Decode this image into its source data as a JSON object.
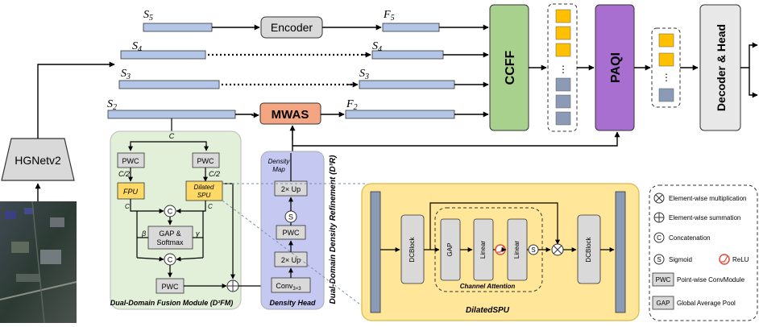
{
  "colors": {
    "feature_bar": "#b4c6e7",
    "encoder": "#d9d9d9",
    "mwas": "#f4a582",
    "ccff": "#a9d18e",
    "paqi": "#a86fd0",
    "fusion_panel": "#e2efd9",
    "density_head_panel": "#c5c9f2",
    "dilated_panel": "#ffe699",
    "yellow_token": "#ffc000",
    "gray_token": "#8c9bb5",
    "module_box": "#d9d9d9",
    "relu": "#e04a3a"
  },
  "backbone": {
    "label": "HGNetv2"
  },
  "features": {
    "s5": "S",
    "s5_sub": "5",
    "s4": "S",
    "s4_sub": "4",
    "s3": "S",
    "s3_sub": "3",
    "s2": "S",
    "s2_sub": "2",
    "f5": "F",
    "f5_sub": "5",
    "f4": "S",
    "f4_sub": "4",
    "f3": "S",
    "f3_sub": "3",
    "f2": "F",
    "f2_sub": "2"
  },
  "modules": {
    "encoder": "Encoder",
    "mwas": "MWAS",
    "ccff": "CCFF",
    "paqi": "PAQI",
    "decoder": "Decoder & Head",
    "token_ellipsis": "⋮"
  },
  "fusion": {
    "title": "Dual-Domain Fusion Module (D²FM)",
    "pwc_left": "PWC",
    "pwc_right": "PWC",
    "pwc_bottom": "PWC",
    "c_top": "C",
    "c_half_left": "C/2",
    "c_half_right": "C/2",
    "fpu": "FPU",
    "dilated_spu_line1": "Dilated",
    "dilated_spu_line2": "SPU",
    "c_left": "C",
    "c_right": "C",
    "concat_top": "C",
    "concat_bottom": "C",
    "gap_softmax_line1": "GAP &",
    "gap_softmax_line2": "Softmax",
    "beta": "β",
    "gamma": "γ"
  },
  "density_head": {
    "title": "Density Head",
    "map_line1": "Density",
    "map_line2": "Map",
    "up_top": "2× Up",
    "sigmoid": "S",
    "pwc": "PWC",
    "up_bottom": "2× Up",
    "conv": "Conv",
    "conv_sub": "3×3"
  },
  "refinement_label": "Dual-Domain Density Refinement (D³R)",
  "dilated_spu": {
    "title": "DilatedSPU",
    "dcblock_left": "DCBlock",
    "dcblock_right": "DCBlock",
    "gap": "GAP",
    "linear1": "Linear",
    "linear2": "Linear",
    "sigmoid": "S",
    "channel_attention": "Channel Attention"
  },
  "legend": {
    "items": [
      {
        "symbol": "⊗",
        "label": "Element-wise multiplication"
      },
      {
        "symbol": "⊕",
        "label": "Element-wise summation"
      },
      {
        "symbol": "C",
        "label": "Concatenation"
      },
      {
        "symbol": "S",
        "label": "Sigmoid"
      },
      {
        "symbol": "relu",
        "label": "ReLU"
      },
      {
        "symbol": "PWC",
        "label": "Point-wise ConvModule"
      },
      {
        "symbol": "GAP",
        "label": "Global Average Pool"
      }
    ]
  }
}
